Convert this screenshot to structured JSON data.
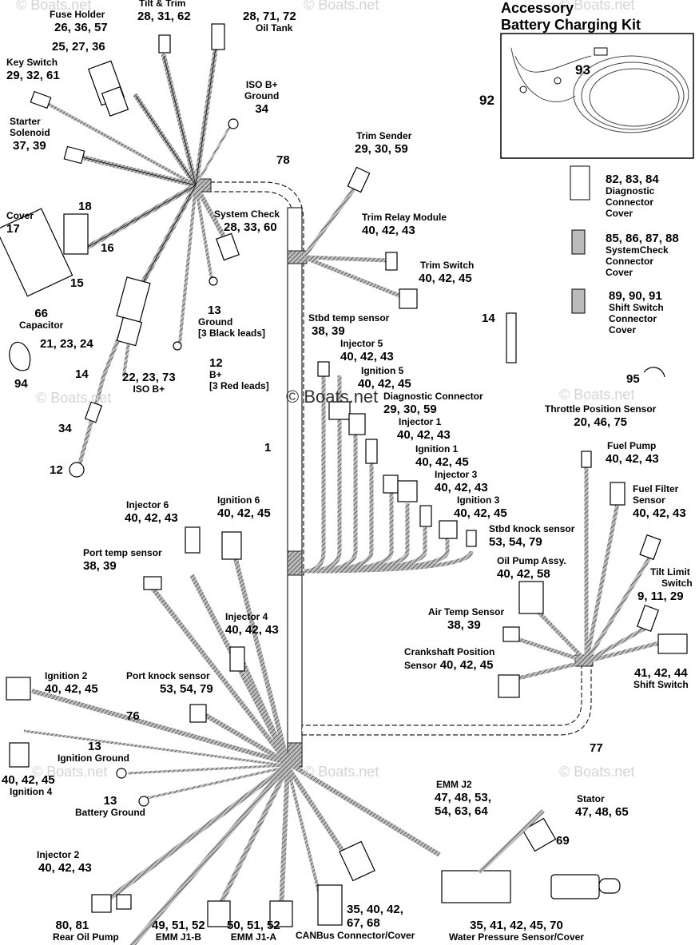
{
  "watermarks": [
    "© Boats.net",
    "© Boats.net",
    "© Boats.net",
    "© Boats.net",
    "© Boats.net",
    "© Boats.net",
    "© Boats.net",
    "© Boats.net"
  ],
  "center_watermark": "© Boats.net",
  "kit": {
    "title_line1": "Accessory",
    "title_line2": "Battery Charging Kit",
    "box_num": "92",
    "inner_num": "93"
  },
  "covers": {
    "diag": {
      "nums": "82, 83, 84",
      "name_l1": "Diagnostic",
      "name_l2": "Connector",
      "name_l3": "Cover"
    },
    "sys": {
      "nums": "85, 86, 87, 88",
      "name_l1": "SystemCheck",
      "name_l2": "Connector",
      "name_l3": "Cover"
    },
    "shift": {
      "nums": "89, 90, 91",
      "name_l1": "Shift Switch",
      "name_l2": "Connector",
      "name_l3": "Cover"
    }
  },
  "labels": {
    "fuse_holder": {
      "name": "Fuse Holder",
      "nums": "26, 36, 57"
    },
    "tilt_trim": {
      "name": "Tilt & Trim",
      "nums": "28, 31, 62"
    },
    "oil_tank": {
      "nums": "28, 71, 72",
      "name": "Oil Tank"
    },
    "fuse_sub": {
      "nums": "25, 27, 36"
    },
    "key_switch": {
      "name": "Key Switch",
      "nums": "29, 32, 61"
    },
    "iso_ground": {
      "name_l1": "ISO B+",
      "name_l2": "Ground",
      "nums": "34"
    },
    "starter": {
      "name_l1": "Starter",
      "name_l2": "Solenoid",
      "nums": "37, 39"
    },
    "harness_top": {
      "num": "78"
    },
    "trim_sender": {
      "name": "Trim Sender",
      "nums": "29, 30, 59"
    },
    "cover": {
      "name": "Cover",
      "num": "17"
    },
    "n18": {
      "num": "18"
    },
    "n16": {
      "num": "16"
    },
    "n15": {
      "num": "15"
    },
    "system_check": {
      "name": "System Check",
      "nums": "28, 33, 60"
    },
    "trim_relay": {
      "name": "Trim Relay Module",
      "nums": "40, 42, 43"
    },
    "trim_switch": {
      "name": "Trim Switch",
      "nums": "40, 42, 45"
    },
    "capacitor": {
      "num": "66",
      "name": "Capacitor"
    },
    "ground": {
      "num": "13",
      "name": "Ground",
      "note": "[3 Black leads]"
    },
    "clip_14_right": {
      "num": "14"
    },
    "stbd_temp": {
      "name": "Stbd temp sensor",
      "nums": "38, 39"
    },
    "fuse_lower": {
      "nums": "21, 23, 24"
    },
    "bplus": {
      "num": "12",
      "name": "B+",
      "note": "[3 Red leads]"
    },
    "injector5": {
      "name": "Injector 5",
      "nums": "40, 42, 43"
    },
    "ignition5": {
      "name": "Ignition 5",
      "nums": "40, 42, 45"
    },
    "diag_conn": {
      "name": "Diagnostic Connector",
      "nums": "29, 30, 59"
    },
    "n94": {
      "num": "94"
    },
    "n14_left": {
      "num": "14"
    },
    "iso_bplus": {
      "nums": "22, 23, 73",
      "name": "ISO B+"
    },
    "n95": {
      "num": "95"
    },
    "throttle_pos": {
      "name": "Throttle Position Sensor",
      "nums": "20, 46, 75"
    },
    "injector1": {
      "name": "Injector 1",
      "nums": "40, 42, 43"
    },
    "ignition1": {
      "name": "Ignition 1",
      "nums": "40, 42, 45"
    },
    "n34_left": {
      "num": "34"
    },
    "n1": {
      "num": "1"
    },
    "fuel_pump": {
      "name": "Fuel Pump",
      "nums": "40, 42, 43"
    },
    "n12_left": {
      "num": "12"
    },
    "injector3": {
      "name": "Injector 3",
      "nums": "40, 42, 43"
    },
    "fuel_filter": {
      "name_l1": "Fuel Filter",
      "name_l2": "Sensor",
      "nums": "40, 42, 43"
    },
    "ignition3": {
      "name": "Ignition 3",
      "nums": "40, 42, 45"
    },
    "injector6": {
      "name": "Injector 6",
      "nums": "40, 42, 43"
    },
    "ignition6": {
      "name": "Ignition 6",
      "nums": "40, 42, 45"
    },
    "stbd_knock": {
      "name": "Stbd knock sensor",
      "nums": "53, 54, 79"
    },
    "port_temp": {
      "name": "Port temp sensor",
      "nums": "38, 39"
    },
    "oil_pump": {
      "name": "Oil Pump Assy.",
      "nums": "40, 42, 58"
    },
    "tilt_limit": {
      "name_l1": "Tilt Limit",
      "name_l2": "Switch",
      "nums": "9, 11, 29"
    },
    "injector4": {
      "name": "Injector 4",
      "nums": "40, 42, 43"
    },
    "air_temp": {
      "name": "Air Temp Sensor",
      "nums": "38, 39"
    },
    "crank": {
      "name_l1": "Crankshaft Position",
      "name_l2": "Sensor",
      "nums": "40, 42, 45"
    },
    "shift_switch": {
      "nums": "41, 42, 44",
      "name": "Shift Switch"
    },
    "ignition2": {
      "name": "Ignition 2",
      "nums": "40, 42, 45"
    },
    "port_knock": {
      "name": "Port knock sensor",
      "nums": "53, 54, 79"
    },
    "n76": {
      "num": "76"
    },
    "n77": {
      "num": "77"
    },
    "ign_ground": {
      "num": "13",
      "name": "Ignition Ground"
    },
    "ignition4": {
      "nums": "40, 42, 45",
      "name": "Ignition 4"
    },
    "emm_j2": {
      "name": "EMM J2",
      "nums_l1": "47, 48, 53,",
      "nums_l2": "54, 63, 64"
    },
    "stator": {
      "name": "Stator",
      "nums": "47, 48, 65"
    },
    "batt_ground": {
      "num": "13",
      "name": "Battery Ground"
    },
    "n69": {
      "num": "69"
    },
    "injector2": {
      "name": "Injector 2",
      "nums": "40, 42, 43"
    },
    "canbus": {
      "nums_l1": "35, 40, 42,",
      "nums_l2": "67, 68",
      "name": "CANBus Connector/Cover"
    },
    "rear_oil": {
      "nums": "80, 81",
      "name": "Rear Oil Pump"
    },
    "emm_j1b": {
      "nums": "49, 51, 52",
      "name": "EMM J1-B"
    },
    "emm_j1a": {
      "nums": "50, 51, 52",
      "name": "EMM J1-A"
    },
    "water_press": {
      "nums": "35, 41, 42, 45, 70",
      "name": "Water Pressure Sensor/Cover"
    }
  }
}
